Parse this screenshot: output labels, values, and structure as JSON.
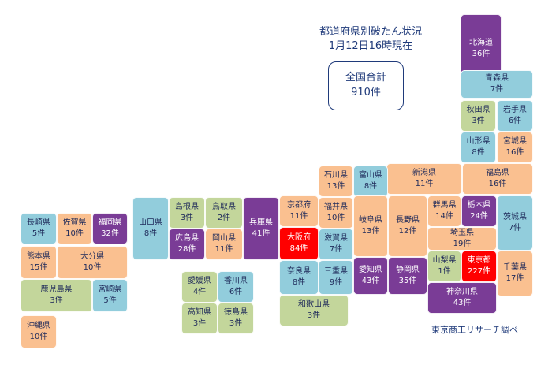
{
  "header": {
    "title_line1": "都道府県別破たん状況",
    "title_line2": "1月12日16時現在",
    "total_label": "全国合計",
    "total_value": "910件",
    "source": "東京商工リサーチ調べ"
  },
  "colors": {
    "purple": "#7a3c96",
    "blue": "#92cddc",
    "green": "#c3d69b",
    "orange": "#fac090",
    "red": "#ff0000"
  },
  "prefectures": [
    {
      "key": "hokkaido",
      "name": "北海道",
      "count": "36件",
      "color": "purple"
    },
    {
      "key": "aomori",
      "name": "青森県",
      "count": "7件",
      "color": "blue"
    },
    {
      "key": "akita",
      "name": "秋田県",
      "count": "3件",
      "color": "green"
    },
    {
      "key": "iwate",
      "name": "岩手県",
      "count": "6件",
      "color": "blue"
    },
    {
      "key": "yamagata",
      "name": "山形県",
      "count": "8件",
      "color": "blue"
    },
    {
      "key": "miyagi",
      "name": "宮城県",
      "count": "16件",
      "color": "orange"
    },
    {
      "key": "niigata",
      "name": "新潟県",
      "count": "11件",
      "color": "orange"
    },
    {
      "key": "fukushima",
      "name": "福島県",
      "count": "16件",
      "color": "orange"
    },
    {
      "key": "ishikawa",
      "name": "石川県",
      "count": "13件",
      "color": "orange"
    },
    {
      "key": "toyama",
      "name": "富山県",
      "count": "8件",
      "color": "blue"
    },
    {
      "key": "nagano",
      "name": "長野県",
      "count": "12件",
      "color": "orange"
    },
    {
      "key": "gunma",
      "name": "群馬県",
      "count": "14件",
      "color": "orange"
    },
    {
      "key": "tochigi",
      "name": "栃木県",
      "count": "24件",
      "color": "purple"
    },
    {
      "key": "ibaraki",
      "name": "茨城県",
      "count": "7件",
      "color": "blue"
    },
    {
      "key": "saitama",
      "name": "埼玉県",
      "count": "19件",
      "color": "orange"
    },
    {
      "key": "yamanashi",
      "name": "山梨県",
      "count": "1件",
      "color": "green"
    },
    {
      "key": "tokyo",
      "name": "東京都",
      "count": "227件",
      "color": "red"
    },
    {
      "key": "chiba",
      "name": "千葉県",
      "count": "17件",
      "color": "orange"
    },
    {
      "key": "kanagawa",
      "name": "神奈川県",
      "count": "43件",
      "color": "purple"
    },
    {
      "key": "shizuoka",
      "name": "静岡県",
      "count": "35件",
      "color": "purple"
    },
    {
      "key": "aichi",
      "name": "愛知県",
      "count": "43件",
      "color": "purple"
    },
    {
      "key": "gifu",
      "name": "岐阜県",
      "count": "13件",
      "color": "orange"
    },
    {
      "key": "fukui",
      "name": "福井県",
      "count": "10件",
      "color": "orange"
    },
    {
      "key": "shiga",
      "name": "滋賀県",
      "count": "7件",
      "color": "blue"
    },
    {
      "key": "mie",
      "name": "三重県",
      "count": "9件",
      "color": "blue"
    },
    {
      "key": "kyoto",
      "name": "京都府",
      "count": "11件",
      "color": "orange"
    },
    {
      "key": "osaka",
      "name": "大阪府",
      "count": "84件",
      "color": "red"
    },
    {
      "key": "nara",
      "name": "奈良県",
      "count": "8件",
      "color": "blue"
    },
    {
      "key": "wakayama",
      "name": "和歌山県",
      "count": "3件",
      "color": "green"
    },
    {
      "key": "hyogo",
      "name": "兵庫県",
      "count": "41件",
      "color": "purple"
    },
    {
      "key": "tottori",
      "name": "鳥取県",
      "count": "2件",
      "color": "green"
    },
    {
      "key": "shimane",
      "name": "島根県",
      "count": "3件",
      "color": "green"
    },
    {
      "key": "okayama",
      "name": "岡山県",
      "count": "11件",
      "color": "orange"
    },
    {
      "key": "hiroshima",
      "name": "広島県",
      "count": "28件",
      "color": "purple"
    },
    {
      "key": "yamaguchi",
      "name": "山口県",
      "count": "8件",
      "color": "blue"
    },
    {
      "key": "kagawa",
      "name": "香川県",
      "count": "6件",
      "color": "blue"
    },
    {
      "key": "ehime",
      "name": "愛媛県",
      "count": "4件",
      "color": "green"
    },
    {
      "key": "kochi",
      "name": "高知県",
      "count": "3件",
      "color": "green"
    },
    {
      "key": "tokushima",
      "name": "徳島県",
      "count": "3件",
      "color": "green"
    },
    {
      "key": "fukuoka",
      "name": "福岡県",
      "count": "32件",
      "color": "purple"
    },
    {
      "key": "saga",
      "name": "佐賀県",
      "count": "10件",
      "color": "orange"
    },
    {
      "key": "nagasaki",
      "name": "長崎県",
      "count": "5件",
      "color": "blue"
    },
    {
      "key": "kumamoto",
      "name": "熊本県",
      "count": "15件",
      "color": "orange"
    },
    {
      "key": "oita",
      "name": "大分県",
      "count": "10件",
      "color": "orange"
    },
    {
      "key": "miyazaki",
      "name": "宮崎県",
      "count": "5件",
      "color": "blue"
    },
    {
      "key": "kagoshima",
      "name": "鹿児島県",
      "count": "3件",
      "color": "green"
    },
    {
      "key": "okinawa",
      "name": "沖縄県",
      "count": "10件",
      "color": "orange"
    }
  ]
}
